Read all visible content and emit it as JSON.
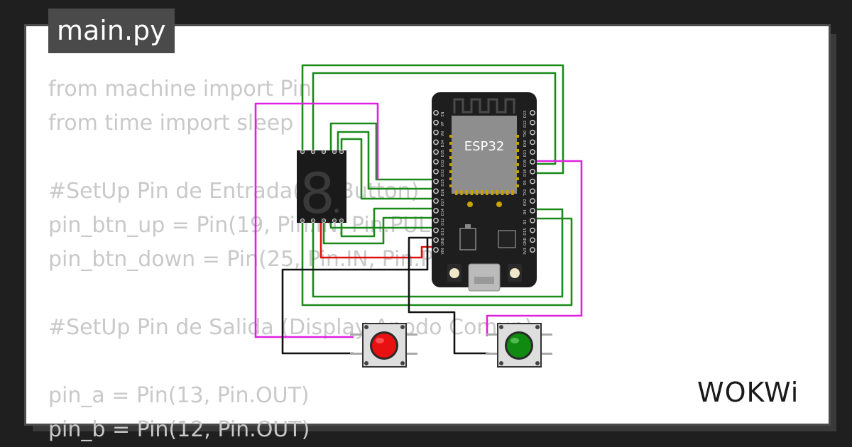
{
  "tab": {
    "filename": "main.py"
  },
  "code_lines": [
    "from machine import Pin",
    "from time import sleep",
    "",
    "#SetUp Pin de Entrada(Pin Button)",
    "pin_btn_up = Pin(19, Pin.IN, Pin.PULL_UP)",
    "pin_btn_down = Pin(25, Pin.IN, Pin.PULL_UP)",
    "",
    "#SetUp Pin de Salida (Display Anodo Comun)",
    "",
    "pin_a = Pin(13, Pin.OUT)",
    "pin_b = Pin(12, Pin.OUT)"
  ],
  "esp32": {
    "label": "ESP32",
    "left_pins": [
      "EN",
      "VP",
      "VN",
      "D34",
      "D35",
      "D32",
      "D33",
      "D25",
      "D26",
      "D27",
      "D14",
      "D12",
      "D13",
      "GND",
      "VIN"
    ],
    "right_pins": [
      "D23",
      "D22",
      "TX0",
      "RX0",
      "D21",
      "D19",
      "D18",
      "D5",
      "TX2",
      "RX2",
      "D4",
      "D2",
      "D15",
      "GND",
      "3V3"
    ]
  },
  "display": {
    "digit": "8"
  },
  "colors": {
    "wire_green": "#1a8a1a",
    "wire_magenta": "#e020e0",
    "wire_red": "#e01010",
    "wire_black": "#111111",
    "button_red": "#e81010",
    "button_green": "#108a10"
  },
  "logo": {
    "text": "WOKWi"
  }
}
